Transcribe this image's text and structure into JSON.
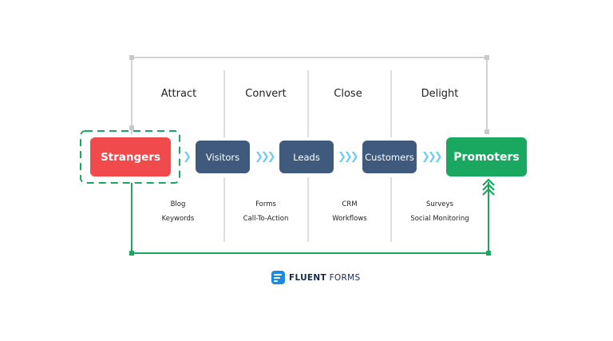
{
  "stages": [
    "Attract",
    "Convert",
    "Close",
    "Delight"
  ],
  "nodes": {
    "strangers": "Strangers",
    "visitors": "Visitors",
    "leads": "Leads",
    "customers": "Customers",
    "promoters": "Promoters"
  },
  "tools": {
    "attract": [
      "Blog",
      "Keywords"
    ],
    "convert": [
      "Forms",
      "Call-To-Action"
    ],
    "close": [
      "CRM",
      "Workflows"
    ],
    "delight": [
      "Surveys",
      "Social Monitoring"
    ]
  },
  "logo": {
    "bold": "FLUENT",
    "light": "FORMS"
  },
  "colors": {
    "strangers": "#f04a4c",
    "promoters": "#1aa760",
    "mid": "#3f5a7d",
    "arrow": "#6fcdf2",
    "loop_green": "#1aa760",
    "gray_line": "#d0d0d0"
  }
}
